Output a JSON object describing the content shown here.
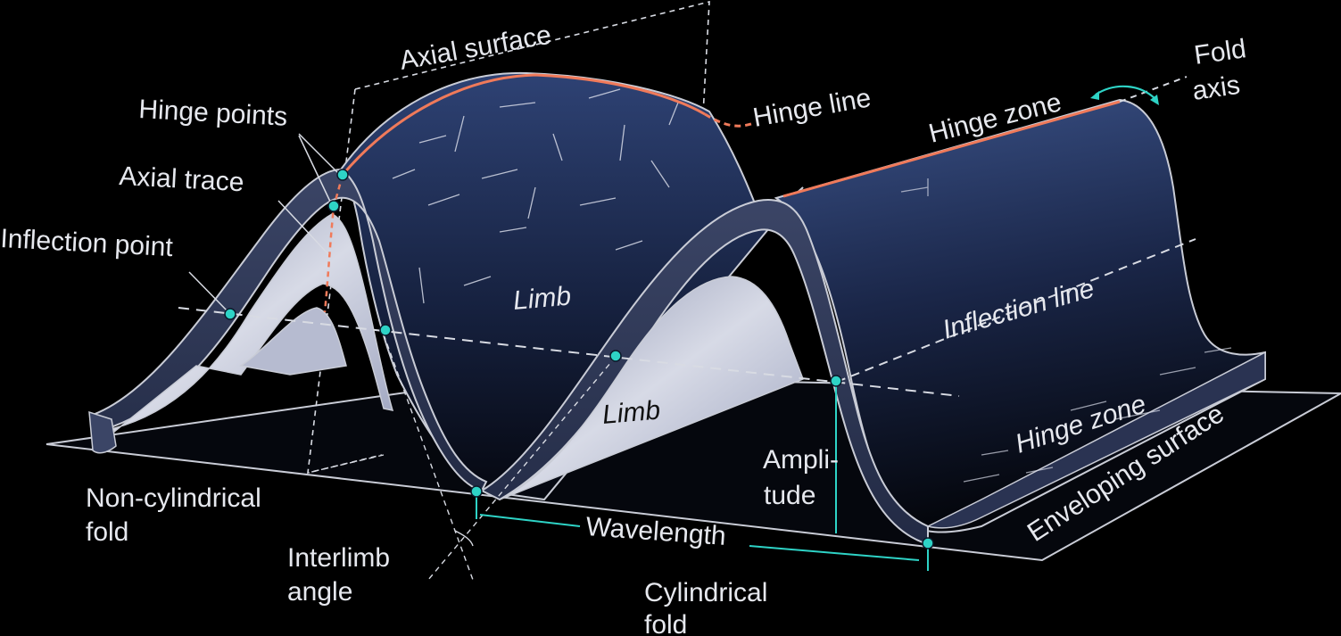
{
  "labels": {
    "axial_surface": "Axial surface",
    "hinge_line": "Hinge line",
    "fold_axis_1": "Fold",
    "fold_axis_2": "axis",
    "hinge_zone_top": "Hinge zone",
    "hinge_points": "Hinge points",
    "axial_trace": "Axial trace",
    "inflection_point": "Inflection point",
    "limb_top": "Limb",
    "limb_bottom": "Limb",
    "inflection_line": "Inflection line",
    "hinge_zone_bottom": "Hinge zone",
    "enveloping_surface": "Enveloping surface",
    "amplitude_1": "Ampli-",
    "amplitude_2": "tude",
    "wavelength": "Wavelength",
    "non_cylindrical_1": "Non-cylindrical",
    "non_cylindrical_2": "fold",
    "interlimb_1": "Interlimb",
    "interlimb_2": "angle",
    "cylindrical_1": "Cylindrical",
    "cylindrical_2": "fold"
  },
  "colors": {
    "background": "#000000",
    "fold_surface": "#1c2a52",
    "fold_edge": "#c9ccd6",
    "inner_surface": "#c6c9d8",
    "hinge_line": "#f07a5a",
    "marker": "#2ed3c6",
    "dashed": "#d8dbe3"
  }
}
